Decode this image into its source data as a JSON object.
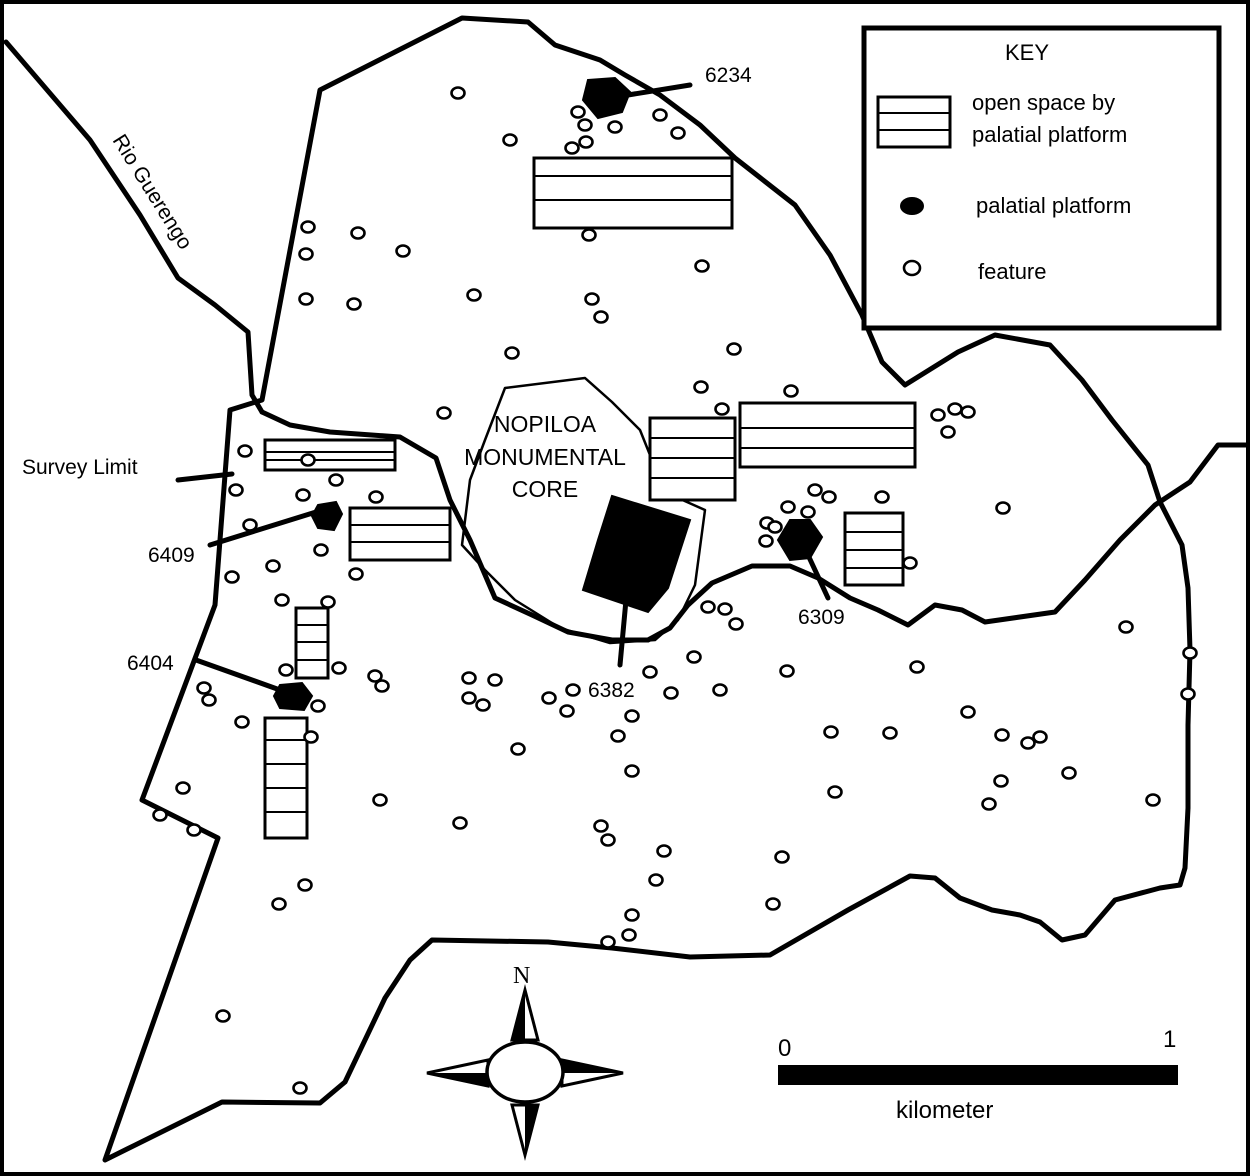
{
  "map": {
    "river_label": "Rio Guerengo",
    "survey_limit_label": "Survey Limit",
    "core_label_lines": [
      "NOPILOA",
      "MONUMENTAL",
      "CORE"
    ],
    "platform_ids": [
      "6234",
      "6409",
      "6404",
      "6382",
      "6309"
    ]
  },
  "key": {
    "title": "KEY",
    "open_space_line1": "open space by",
    "open_space_line2": "palatial platform",
    "platform_label": "palatial platform",
    "feature_label": "feature"
  },
  "north_arrow": {
    "label": "N"
  },
  "scale_bar": {
    "start": "0",
    "end": "1",
    "unit": "kilometer"
  },
  "colors": {
    "ink": "#000000",
    "paper": "#ffffff"
  },
  "legend_items": [
    "open-space-box",
    "filled-platform",
    "hollow-feature-circle"
  ]
}
